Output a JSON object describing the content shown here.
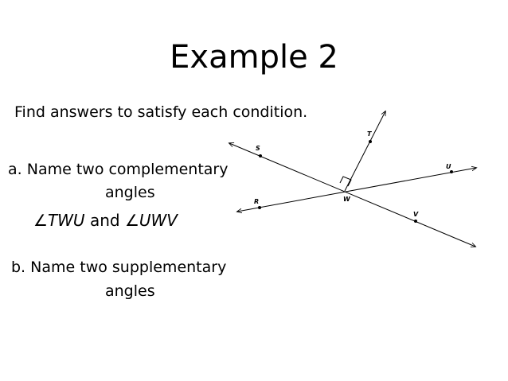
{
  "slide": {
    "title": "Example 2",
    "intro": "Find answers to satisfy each condition.",
    "part_a": {
      "label": "a.",
      "question_line1": "Name two complementary",
      "question_line2": "angles",
      "answer": {
        "angle1_symbol": "∠",
        "angle1": "TWU",
        "conjunction": "and",
        "angle2_symbol": "∠",
        "angle2": "UWV"
      }
    },
    "part_b": {
      "label": "b.",
      "question_line1": "Name two supplementary",
      "question_line2": "angles"
    }
  },
  "figure": {
    "points": {
      "S": "S",
      "T": "T",
      "U": "U",
      "R": "R",
      "W": "W",
      "V": "V"
    }
  }
}
